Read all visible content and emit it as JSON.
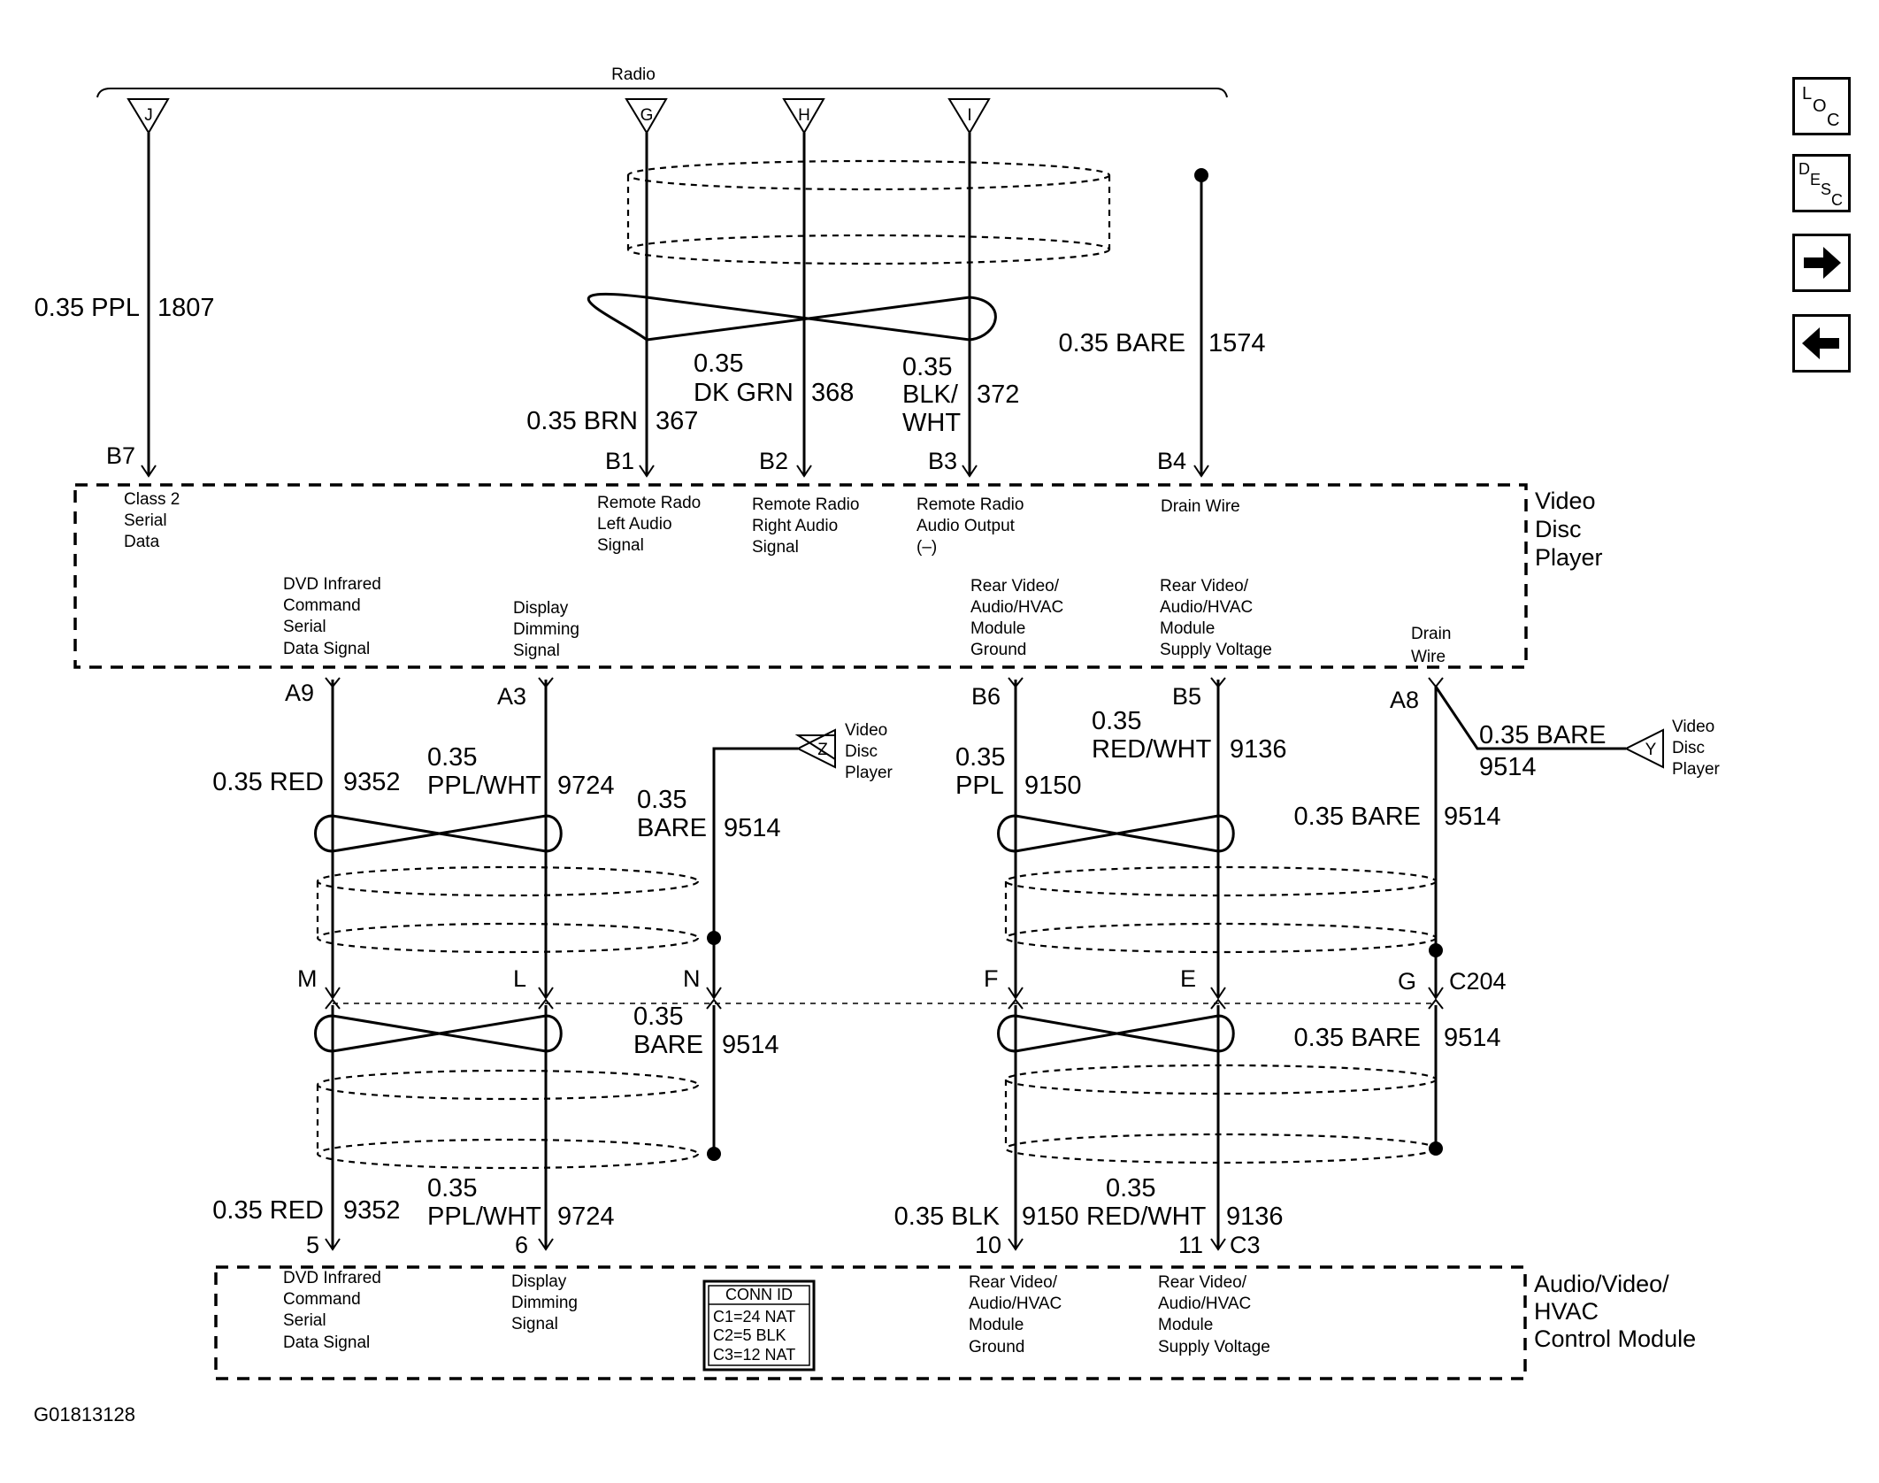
{
  "radio_label": "Radio",
  "vdp_name_lines": [
    "Video",
    "Disc",
    "Player"
  ],
  "avhcm_name_lines": [
    "Audio/Video/",
    "HVAC",
    "Control Module"
  ],
  "c204_label": "C204",
  "c3_label": "C3",
  "figure_id": "G01813128",
  "conn_id": {
    "title": "CONN ID",
    "rows": [
      "C1=24 NAT",
      "C2=5 BLK",
      "C3=12 NAT"
    ]
  },
  "nav": [
    {
      "name": "loc-button",
      "text": "LOC"
    },
    {
      "name": "desc-button",
      "text": "DESC"
    },
    {
      "name": "next-page-button",
      "text": "→"
    },
    {
      "name": "prev-page-button",
      "text": "←"
    }
  ],
  "offpage": [
    {
      "letter": "J",
      "label_lines": []
    },
    {
      "letter": "G",
      "label_lines": []
    },
    {
      "letter": "H",
      "label_lines": []
    },
    {
      "letter": "I",
      "label_lines": []
    },
    {
      "letter": "Z",
      "label_lines": [
        "Video",
        "Disc",
        "Player"
      ]
    },
    {
      "letter": "Y",
      "label_lines": [
        "Video",
        "Disc",
        "Player"
      ]
    }
  ],
  "vdp_top_pins": [
    {
      "pin": "B7",
      "desc_lines": [
        "Class 2",
        "Serial",
        "Data"
      ]
    },
    {
      "pin": "B1",
      "desc_lines": [
        "Remote Rado",
        "Left Audio",
        "Signal"
      ]
    },
    {
      "pin": "B2",
      "desc_lines": [
        "Remote Radio",
        "Right Audio",
        "Signal"
      ]
    },
    {
      "pin": "B3",
      "desc_lines": [
        "Remote Radio",
        "Audio Output",
        "(–)"
      ]
    },
    {
      "pin": "B4",
      "desc_lines": [
        "Drain Wire"
      ]
    }
  ],
  "vdp_bottom_pins": [
    {
      "pin": "A9",
      "desc_lines": [
        "DVD Infrared",
        "Command",
        "Serial",
        "Data Signal"
      ]
    },
    {
      "pin": "A3",
      "desc_lines": [
        "Display",
        "Dimming",
        "Signal"
      ]
    },
    {
      "pin": "B6",
      "desc_lines": [
        "Rear Video/",
        "Audio/HVAC",
        "Module",
        "Ground"
      ]
    },
    {
      "pin": "B5",
      "desc_lines": [
        "Rear Video/",
        "Audio/HVAC",
        "Module",
        "Supply Voltage"
      ]
    },
    {
      "pin": "A8",
      "desc_lines": [
        "Drain",
        "Wire"
      ]
    }
  ],
  "avhcm_pins": [
    {
      "pin": "5",
      "desc_lines": [
        "DVD Infrared",
        "Command",
        "Serial",
        "Data Signal"
      ]
    },
    {
      "pin": "6",
      "desc_lines": [
        "Display",
        "Dimming",
        "Signal"
      ]
    },
    {
      "pin": "10",
      "desc_lines": [
        "Rear Video/",
        "Audio/HVAC",
        "Module",
        "Ground"
      ]
    },
    {
      "pin": "11",
      "desc_lines": [
        "Rear Video/",
        "Audio/HVAC",
        "Module",
        "Supply Voltage"
      ]
    }
  ],
  "c204_cavities": [
    "M",
    "L",
    "N",
    "F",
    "E",
    "G"
  ],
  "wire_labels": {
    "w1807": {
      "color_lines": [
        "0.35 PPL"
      ],
      "circuit": "1807"
    },
    "w367": {
      "color_lines": [
        "0.35 BRN"
      ],
      "circuit": "367"
    },
    "w368": {
      "color_lines": [
        "0.35",
        "DK GRN"
      ],
      "circuit": "368"
    },
    "w372": {
      "color_lines": [
        "0.35",
        "BLK/",
        "WHT"
      ],
      "circuit": "372"
    },
    "w1574": {
      "color_lines": [
        "0.35 BARE"
      ],
      "circuit": "1574"
    },
    "w9352a": {
      "color_lines": [
        "0.35 RED"
      ],
      "circuit": "9352"
    },
    "w9724a": {
      "color_lines": [
        "0.35",
        "PPL/WHT"
      ],
      "circuit": "9724"
    },
    "w9514z": {
      "color_lines": [
        "0.35",
        "BARE"
      ],
      "circuit": "9514"
    },
    "w9150a": {
      "color_lines": [
        "0.35",
        "PPL"
      ],
      "circuit": "9150"
    },
    "w9136a": {
      "color_lines": [
        "0.35",
        "RED/WHT"
      ],
      "circuit": "9136"
    },
    "w9514y": {
      "color_lines": [
        "0.35 BARE"
      ],
      "circuit": "9514"
    },
    "w9514a8": {
      "color_lines": [
        "0.35 BARE"
      ],
      "circuit": "9514"
    },
    "w9514n": {
      "color_lines": [
        "0.35",
        "BARE"
      ],
      "circuit": "9514"
    },
    "w9514g": {
      "color_lines": [
        "0.35 BARE"
      ],
      "circuit": "9514"
    },
    "w9352b": {
      "color_lines": [
        "0.35 RED"
      ],
      "circuit": "9352"
    },
    "w9724b": {
      "color_lines": [
        "0.35",
        "PPL/WHT"
      ],
      "circuit": "9724"
    },
    "w9150b": {
      "color_lines": [
        "0.35 BLK"
      ],
      "circuit": "9150"
    },
    "w9136b": {
      "color_lines": [
        "0.35",
        "RED/WHT"
      ],
      "circuit": "9136"
    }
  }
}
